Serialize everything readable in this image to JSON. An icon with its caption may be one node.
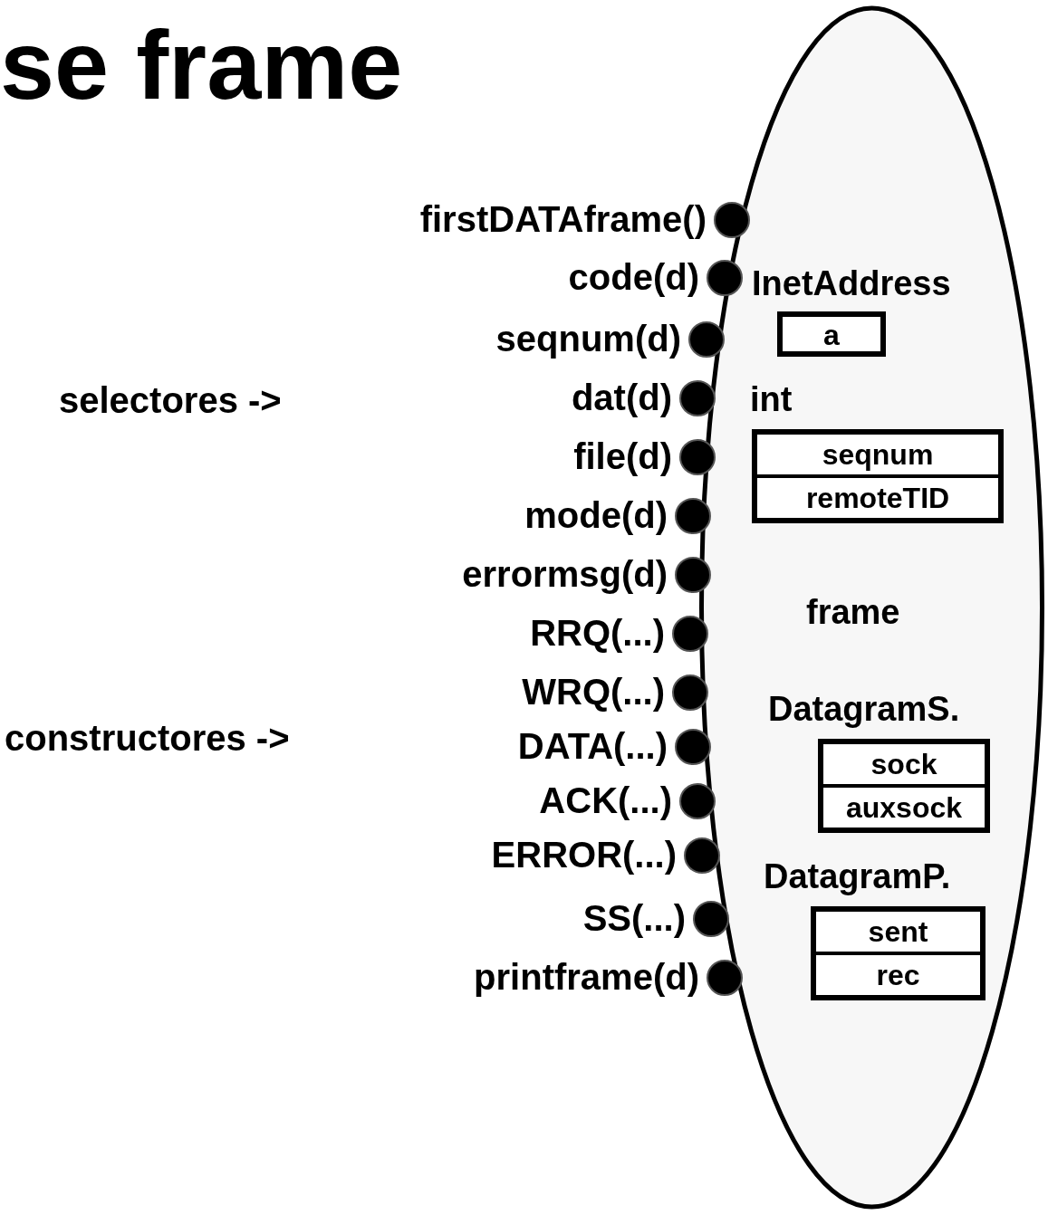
{
  "diagram": {
    "title": "se frame",
    "nodes": [
      {
        "text": [
          "frame"
        ]
      },
      {
        "text": [
          "InetAddress",
          "a"
        ],
        "in": 0
      },
      {
        "text": [
          "int"
        ],
        "in": 0
      },
      {
        "text": [
          "seqnum"
        ],
        "in": 2
      },
      {
        "text": [
          "remoteTID"
        ],
        "in": 2
      },
      {
        "text": [
          "DatagramS."
        ],
        "in": 0
      },
      {
        "text": [
          "sock"
        ],
        "in": 5
      },
      {
        "text": [
          "auxsock"
        ],
        "in": 5
      },
      {
        "text": [
          "DatagramP."
        ],
        "in": 0
      },
      {
        "text": [
          "sent"
        ],
        "in": 8
      },
      {
        "text": [
          "rec"
        ],
        "in": 8
      },
      {
        "text": [],
        "shape": "circle",
        "beside": [
          "firstDATAframe()"
        ]
      },
      {
        "text": [],
        "shape": "circle",
        "beside": [
          "code(d)"
        ]
      },
      {
        "text": [],
        "shape": "circle",
        "beside": [
          "seqnum(d)"
        ]
      },
      {
        "text": [],
        "shape": "circle",
        "beside": [
          "dat(d)"
        ]
      },
      {
        "text": [],
        "shape": "circle",
        "beside": [
          "file(d)"
        ]
      },
      {
        "text": [],
        "shape": "circle",
        "beside": [
          "mode(d)"
        ]
      },
      {
        "text": [],
        "shape": "circle",
        "beside": [
          "errormsg(d)"
        ]
      },
      {
        "text": [],
        "shape": "circle",
        "beside": [
          "RRQ(...)"
        ]
      },
      {
        "text": [],
        "shape": "circle",
        "beside": [
          "WRQ(...)"
        ]
      },
      {
        "text": [],
        "shape": "circle",
        "beside": [
          "DATA(...)"
        ]
      },
      {
        "text": [],
        "shape": "circle",
        "beside": [
          "ACK(...)"
        ]
      },
      {
        "text": [],
        "shape": "circle",
        "beside": [
          "ERROR(...)"
        ]
      },
      {
        "text": [],
        "shape": "circle",
        "beside": [
          "SS(...)"
        ]
      },
      {
        "text": [],
        "shape": "circle",
        "beside": [
          "printframe(d)"
        ]
      }
    ],
    "labels": [
      "selectores ->",
      "constructores ->"
    ]
  }
}
